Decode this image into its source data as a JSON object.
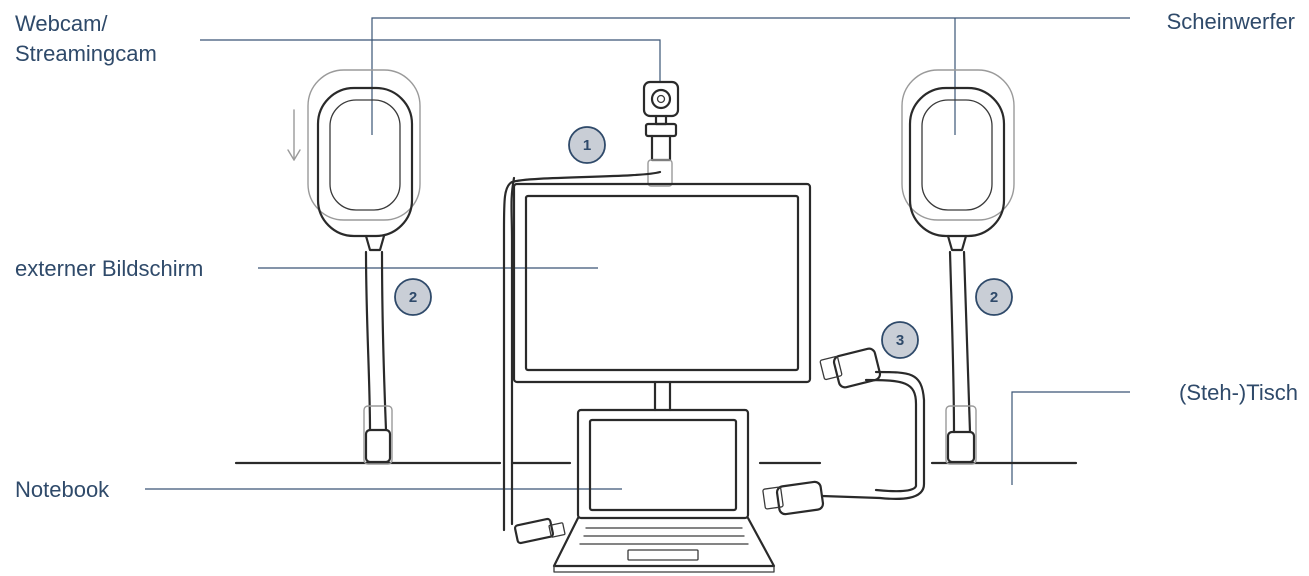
{
  "labels": {
    "webcam_line1": "Webcam/",
    "webcam_line2": "Streamingcam",
    "scheinwerfer": "Scheinwerfer",
    "bildschirm": "externer Bildschirm",
    "tisch": "(Steh-)Tisch",
    "notebook": "Notebook"
  },
  "badges": {
    "b1": "1",
    "b2_left": "2",
    "b2_right": "2",
    "b3": "3"
  },
  "colors": {
    "label_text": "#2f4a6a",
    "badge_fill": "#c9ced6",
    "sketch_line": "#2a2a2a"
  }
}
